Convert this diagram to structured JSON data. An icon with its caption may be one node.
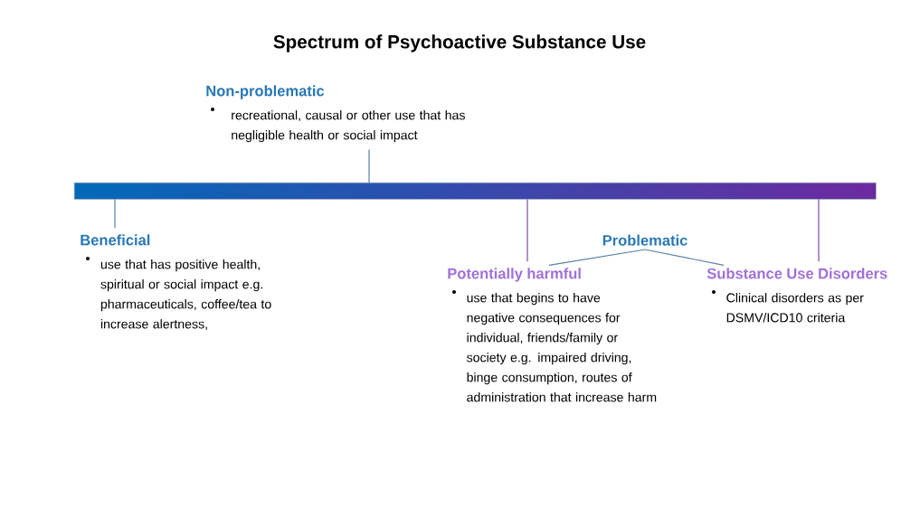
{
  "diagram": {
    "title": "Spectrum of Psychoactive Substance Use",
    "nodes": [
      {
        "text": [],
        "shape": "bar"
      },
      {
        "text": [
          "Non-problematic",
          "recreational, causal or other use that has negligible health or social impact"
        ]
      },
      {
        "text": [
          "Beneficial",
          "use that has positive health, spiritual or social impact e.g. pharmaceuticals, coffee/tea to increase alertness,"
        ]
      },
      {
        "text": [
          "Problematic"
        ]
      },
      {
        "text": [
          "Potentially harmful",
          "use that begins to have negative consequences for individual, friends/family or society e.g. impaired driving, binge consumption, routes of administration that increase harm"
        ]
      },
      {
        "text": [
          "Substance Use Disorders",
          "Clinical disorders as per DSMV/ICD10 criteria"
        ]
      }
    ],
    "edges": [
      {
        "from": 0,
        "to": 1,
        "arrow": "none"
      },
      {
        "from": 0,
        "to": 2,
        "arrow": "none"
      },
      {
        "from": 0,
        "to": 4,
        "arrow": "none",
        "color": "#7b4a9e"
      },
      {
        "from": 0,
        "to": 5,
        "arrow": "none",
        "color": "#7b4a9e"
      },
      {
        "from": 3,
        "to": 4,
        "arrow": "none"
      },
      {
        "from": 3,
        "to": 5,
        "arrow": "none"
      }
    ]
  }
}
